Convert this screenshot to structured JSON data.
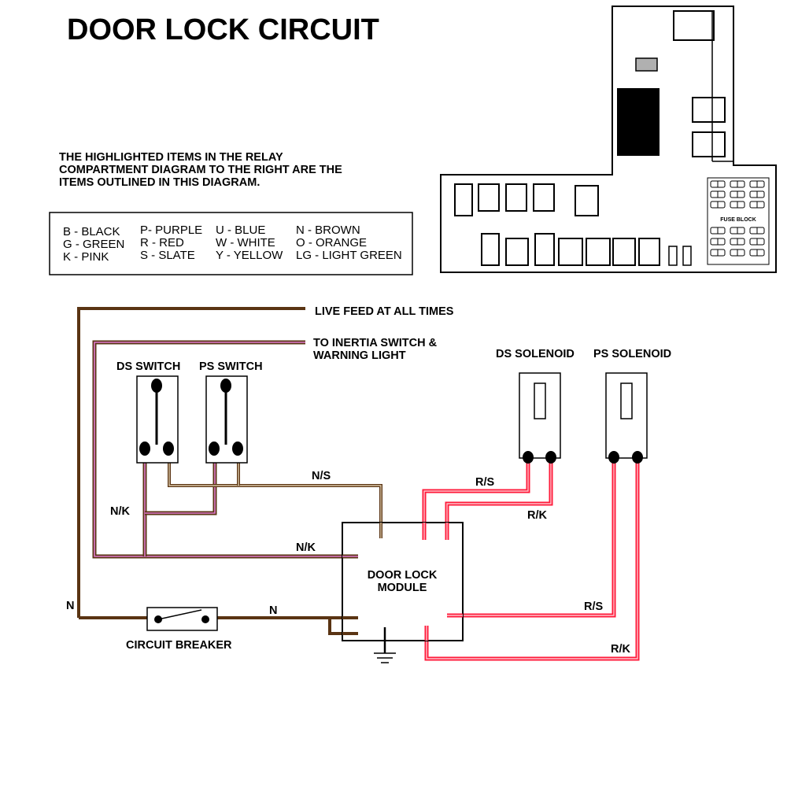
{
  "title": "DOOR LOCK CIRCUIT",
  "note_lines": [
    "THE HIGHLIGHTED ITEMS IN THE RELAY",
    "COMPARTMENT DIAGRAM TO THE RIGHT ARE THE",
    "ITEMS OUTLINED IN THIS DIAGRAM."
  ],
  "legend": {
    "col1": [
      "B - BLACK",
      "G - GREEN",
      "K - PINK"
    ],
    "col2": [
      "P- PURPLE",
      "R - RED",
      "S - SLATE"
    ],
    "col3": [
      "U - BLUE",
      "W - WHITE",
      "Y - YELLOW"
    ],
    "col4": [
      "N - BROWN",
      "O - ORANGE",
      "LG - LIGHT GREEN"
    ]
  },
  "relay_panel": {
    "fuse_block_label": "FUSE BLOCK"
  },
  "labels": {
    "live_feed": "LIVE FEED AT ALL TIMES",
    "inertia_1": "TO INERTIA SWITCH &",
    "inertia_2": "WARNING LIGHT",
    "ds_switch": "DS SWITCH",
    "ps_switch": "PS SWITCH",
    "ds_solenoid": "DS SOLENOID",
    "ps_solenoid": "PS SOLENOID",
    "module_1": "DOOR LOCK",
    "module_2": "MODULE",
    "circuit_breaker": "CIRCUIT BREAKER"
  },
  "wire_labels": {
    "ns": "N/S",
    "nk_left": "N/K",
    "nk_mid": "N/K",
    "rs_top": "R/S",
    "rk_top": "R/K",
    "rs_bottom": "R/S",
    "rk_bottom": "R/K",
    "n_left": "N",
    "n_mid": "N"
  },
  "colors": {
    "brown": "#5a3413",
    "tan": "#a58860",
    "pink_stripe": "#e07ad0",
    "red": "#ff1a3a",
    "red_stripe": "#ffc4cc",
    "relay_black": "#000000",
    "relay_grey": "#b0b0b0"
  }
}
